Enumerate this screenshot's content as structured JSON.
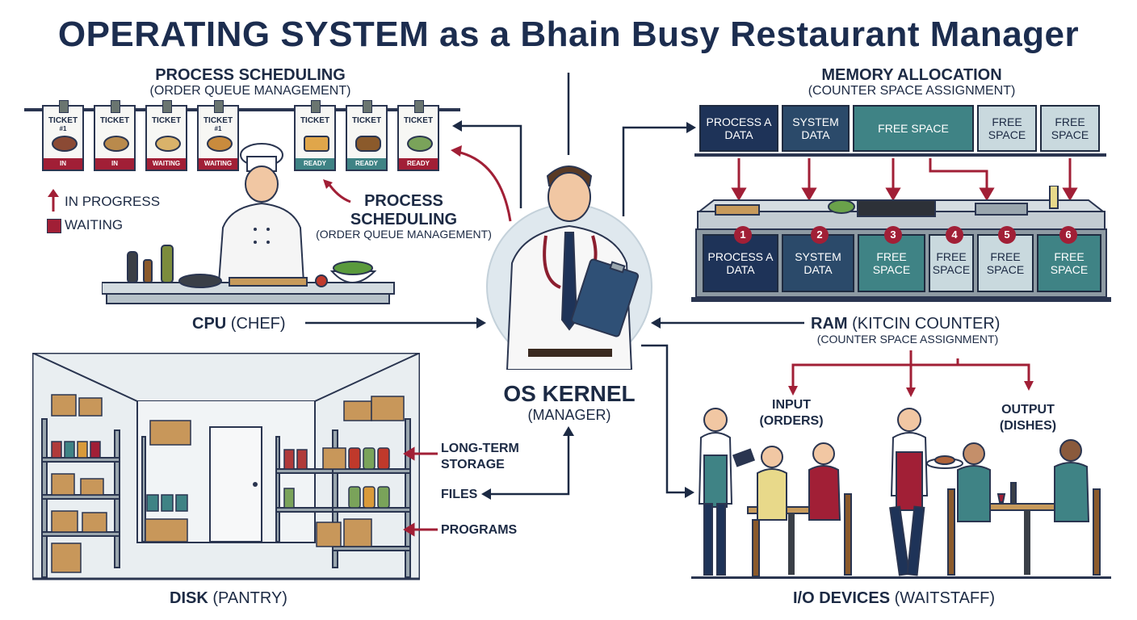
{
  "title": "OPERATING SYSTEM as a Bhain Busy Restaurant Manager",
  "process": {
    "header": "PROCESS SCHEDULING",
    "subheader": "(ORDER QUEUE MANAGEMENT)",
    "tickets": [
      {
        "title": "TICKET",
        "mark": "#1",
        "status": "IN PROGRESS",
        "color": "#a11f36"
      },
      {
        "title": "TICKET",
        "mark": "",
        "status": "IN PROGRESS",
        "color": "#a11f36"
      },
      {
        "title": "TICKET",
        "mark": "",
        "status": "WAITING",
        "color": "#a11f36"
      },
      {
        "title": "TICKET",
        "mark": "#1",
        "status": "WAITING",
        "color": "#a11f36"
      },
      {
        "title": "TICKET",
        "mark": "",
        "status": "READY",
        "color": "#3f8385"
      },
      {
        "title": "TICKET",
        "mark": "",
        "status": "READY",
        "color": "#3f8385"
      },
      {
        "title": "TICKET",
        "mark": "",
        "status": "READY",
        "color": "#a11f36"
      }
    ],
    "legend_in_progress": "IN PROGRESS",
    "legend_waiting": "WAITING",
    "callout_title": "PROCESS SCHEDULING",
    "callout_sub": "(ORDER QUEUE MANAGEMENT)",
    "cpu_bold": "CPU",
    "cpu_rest": "(CHEF)"
  },
  "memory": {
    "header": "MEMORY ALLOCATION",
    "subheader": "(COUNTER SPACE ASSIGNMENT)",
    "top_blocks": [
      "PROCESS A DATA",
      "SYSTEM DATA",
      "FREE SPACE",
      "FREE SPACE",
      "FREE SPACE"
    ],
    "slots": [
      {
        "num": "1",
        "label": "PROCESS A DATA"
      },
      {
        "num": "2",
        "label": "SYSTEM DATA"
      },
      {
        "num": "3",
        "label": "FREE SPACE"
      },
      {
        "num": "4",
        "label": "FREE SPACE"
      },
      {
        "num": "5",
        "label": "FREE SPACE"
      },
      {
        "num": "6",
        "label": "FREE SPACE"
      }
    ],
    "ram_bold": "RAM",
    "ram_rest": "(KITCIN COUNTER)",
    "ram_sub": "(COUNTER SPACE ASSIGNMENT)"
  },
  "kernel": {
    "title": "OS KERNEL",
    "sub": "(MANAGER)"
  },
  "disk": {
    "long_term": "LONG-TERM STORAGE",
    "files": "FILES",
    "programs": "PROGRAMS",
    "disk_bold": "DISK",
    "disk_rest": "(PANTRY)"
  },
  "io": {
    "input": "INPUT (ORDERS)",
    "output": "OUTPUT (DISHES)",
    "io_bold": "I/O DEVICES",
    "io_rest": "(WAITSTAFF)"
  },
  "colors": {
    "navy": "#1c2d4f",
    "crimson": "#a11f36",
    "teal": "#3f8385"
  }
}
